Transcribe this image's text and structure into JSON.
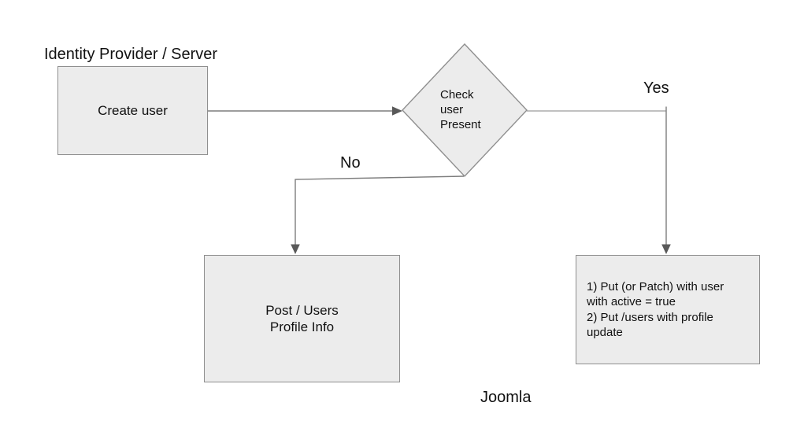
{
  "diagram": {
    "region_label": "Identity Provider / Server",
    "footer_label": "Joomla",
    "nodes": {
      "create_user": {
        "text": "Create user",
        "shape": "rectangle"
      },
      "check_user_present": {
        "text": "Check\nuser\nPresent",
        "shape": "diamond"
      },
      "post_users_profile": {
        "text": "Post / Users\nProfile Info",
        "shape": "rectangle"
      },
      "put_patch_update": {
        "text": "1) Put (or Patch) with user\nwith active = true\n2) Put /users with profile\nupdate",
        "shape": "rectangle"
      }
    },
    "edges": {
      "create_to_check": {
        "label": ""
      },
      "check_yes": {
        "label": "Yes"
      },
      "check_no": {
        "label": "No"
      }
    },
    "colors": {
      "node_fill": "#ececec",
      "node_border": "#8f8f8f",
      "connector": "#7d7d7d",
      "arrowhead": "#595959",
      "text": "#111111",
      "background": "#ffffff"
    }
  }
}
